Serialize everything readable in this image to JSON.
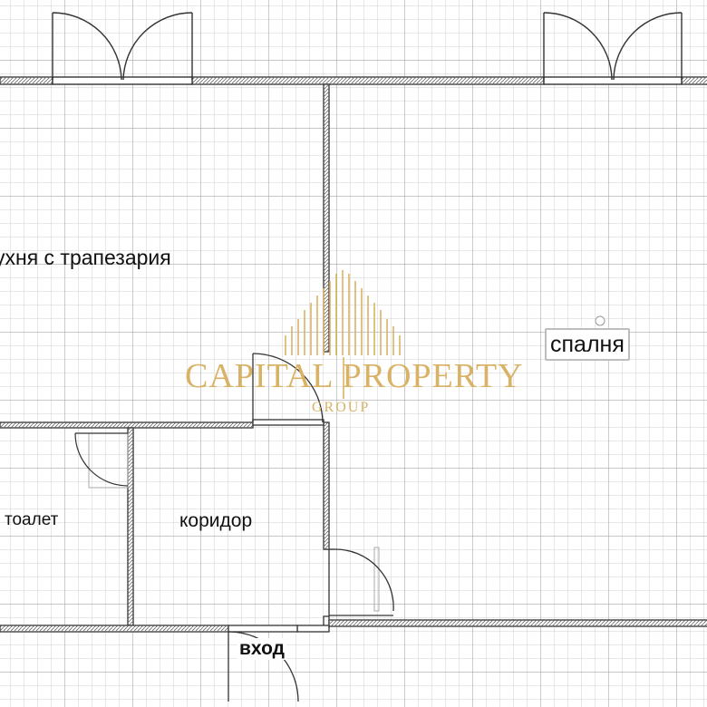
{
  "rooms": {
    "kitchen": "ухня с трапезария",
    "bedroom": "спалня",
    "toilet": "тоалет",
    "corridor": "коридор",
    "entrance": "вход"
  },
  "watermark": {
    "name": "CAPITAL PROPERTY",
    "sub": "GROUP",
    "color": "#d9b266"
  },
  "colors": {
    "grid_minor": "#d2d2d2",
    "grid_major": "#a8a8a8",
    "walls": "#333333"
  }
}
